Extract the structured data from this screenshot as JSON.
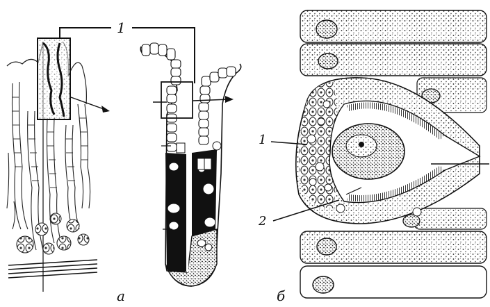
{
  "figure": {
    "label_1_top": "1",
    "label_1_right": "1",
    "label_2_right": "2",
    "panel_a": "а",
    "panel_b": "б"
  }
}
